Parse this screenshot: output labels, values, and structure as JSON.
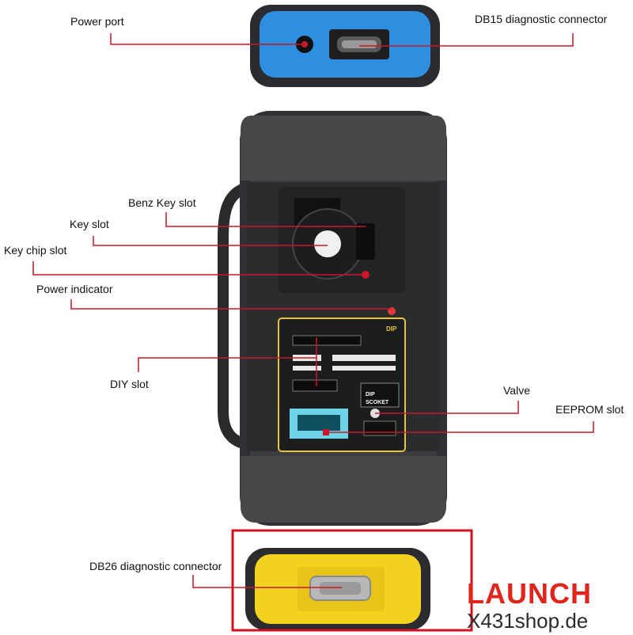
{
  "labels": {
    "power_port": "Power port",
    "db15": "DB15 diagnostic connector",
    "benz_key_slot": "Benz Key slot",
    "key_slot": "Key slot",
    "key_chip_slot": "Key chip slot",
    "power_indicator": "Power indicator",
    "diy_slot": "DIY slot",
    "valve": "Valve",
    "eeprom_slot": "EEPROM slot",
    "db26": "DB26 diagnostic connector"
  },
  "device_marks": {
    "dip": "DIP",
    "dip_socket_1": "DIP",
    "dip_socket_2": "SCOKET"
  },
  "brand": {
    "logo": "LAUNCH",
    "site": "X431shop.de"
  },
  "colors": {
    "leader_line": "#c8182a",
    "top_connector": "#2e8fe0",
    "bottom_connector": "#f3d21f",
    "highlight_box": "#d0121f",
    "body": "#3b3d40",
    "dip_outline": "#e2c72e"
  }
}
